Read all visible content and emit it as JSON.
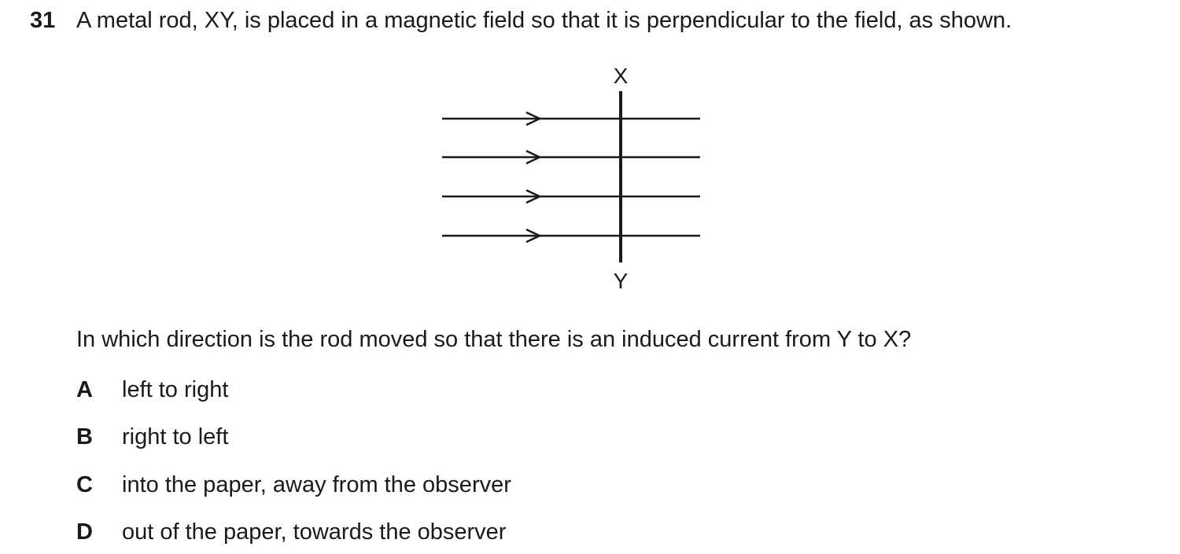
{
  "question": {
    "number": "31",
    "stem": "A metal rod, XY, is placed in a magnetic field so that it is perpendicular to the field, as shown.",
    "prompt": "In which direction is the rod moved so that there is an induced current from Y to X?"
  },
  "diagram": {
    "label_top": "X",
    "label_bottom": "Y",
    "field_line_count": 4,
    "field_direction": "left to right"
  },
  "options": [
    {
      "letter": "A",
      "text": "left to right"
    },
    {
      "letter": "B",
      "text": "right to left"
    },
    {
      "letter": "C",
      "text": "into the paper, away from the observer"
    },
    {
      "letter": "D",
      "text": "out of the paper, towards the observer"
    }
  ]
}
